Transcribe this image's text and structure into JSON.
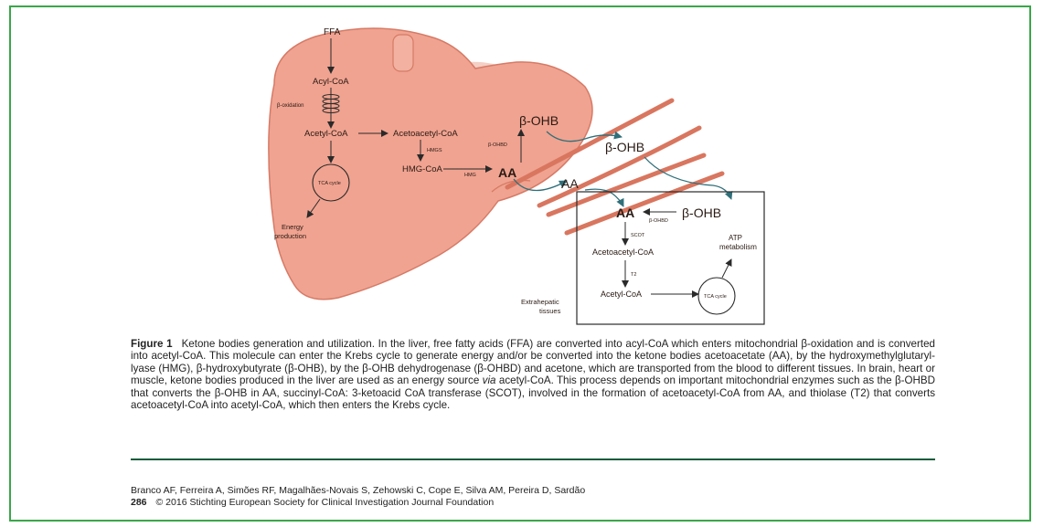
{
  "diagram": {
    "liver": {
      "ffa": "FFA",
      "acyl_coa": "Acyl-CoA",
      "beta_oxidation": "β-oxidation",
      "acetyl_coa": "Acetyl-CoA",
      "acetoacetyl_coa": "Acetoacetyl-CoA",
      "hmgs": "HMGS",
      "hmg_coa": "HMG-CoA",
      "hmg": "HMG",
      "tca": "TCA cycle",
      "energy_production": [
        "Energy",
        "production"
      ],
      "aa": "AA",
      "bohbd": "β-OHBD",
      "bohb": "β-OHB"
    },
    "blood": {
      "bohb": "β-OHB",
      "aa": "AA"
    },
    "tissue": {
      "aa": "AA",
      "bohbd": "β-OHBD",
      "bohb": "β-OHB",
      "scot": "SCOT",
      "acetoacetyl_coa": "Acetoacetyl-CoA",
      "t2": "T2",
      "acetyl_coa": "Acetyl-CoA",
      "tca": "TCA cycle",
      "atp": [
        "ATP",
        "metabolism"
      ],
      "extrahepatic": [
        "Extrahepatic",
        "tissues"
      ]
    },
    "colors": {
      "liver": "#f0a390",
      "liver_edge": "#d67a66",
      "vessel": "#d9765f",
      "connector": "#2f6f7a"
    }
  },
  "caption": {
    "label": "Figure 1",
    "text_before_via": "Ketone bodies generation and utilization. In the liver, free fatty acids (FFA) are converted into acyl-CoA which enters mitochondrial β-oxidation and is converted into acetyl-CoA. This molecule can enter the Krebs cycle to generate energy and/or be converted into the ketone bodies acetoacetate (AA), by the hydroxymethylglutaryl-lyase (HMG), β-hydroxybutyrate (β-OHB), by the β-OHB dehydrogenase (β-OHBD) and acetone, which are transported from the blood to different tissues. In brain, heart or muscle, ketone bodies produced in the liver are used as an energy source",
    "via": "via",
    "text_after_via": "acetyl-CoA. This process depends on important mitochondrial enzymes such as the β-OHBD that converts the β-OHB in AA, succinyl-CoA: 3-ketoacid CoA transferase (SCOT), involved in the formation of acetoacetyl-CoA from AA, and thiolase (T2) that converts acetoacetyl-CoA into acetyl-CoA, which then enters the Krebs cycle."
  },
  "footer": {
    "authors": "Branco AF, Ferreira A, Simões RF, Magalhães-Novais S, Zehowski C, Cope E, Silva AM, Pereira D, Sardão",
    "page": "286",
    "copyright": "© 2016 Stichting European Society for Clinical Investigation Journal Foundation"
  }
}
